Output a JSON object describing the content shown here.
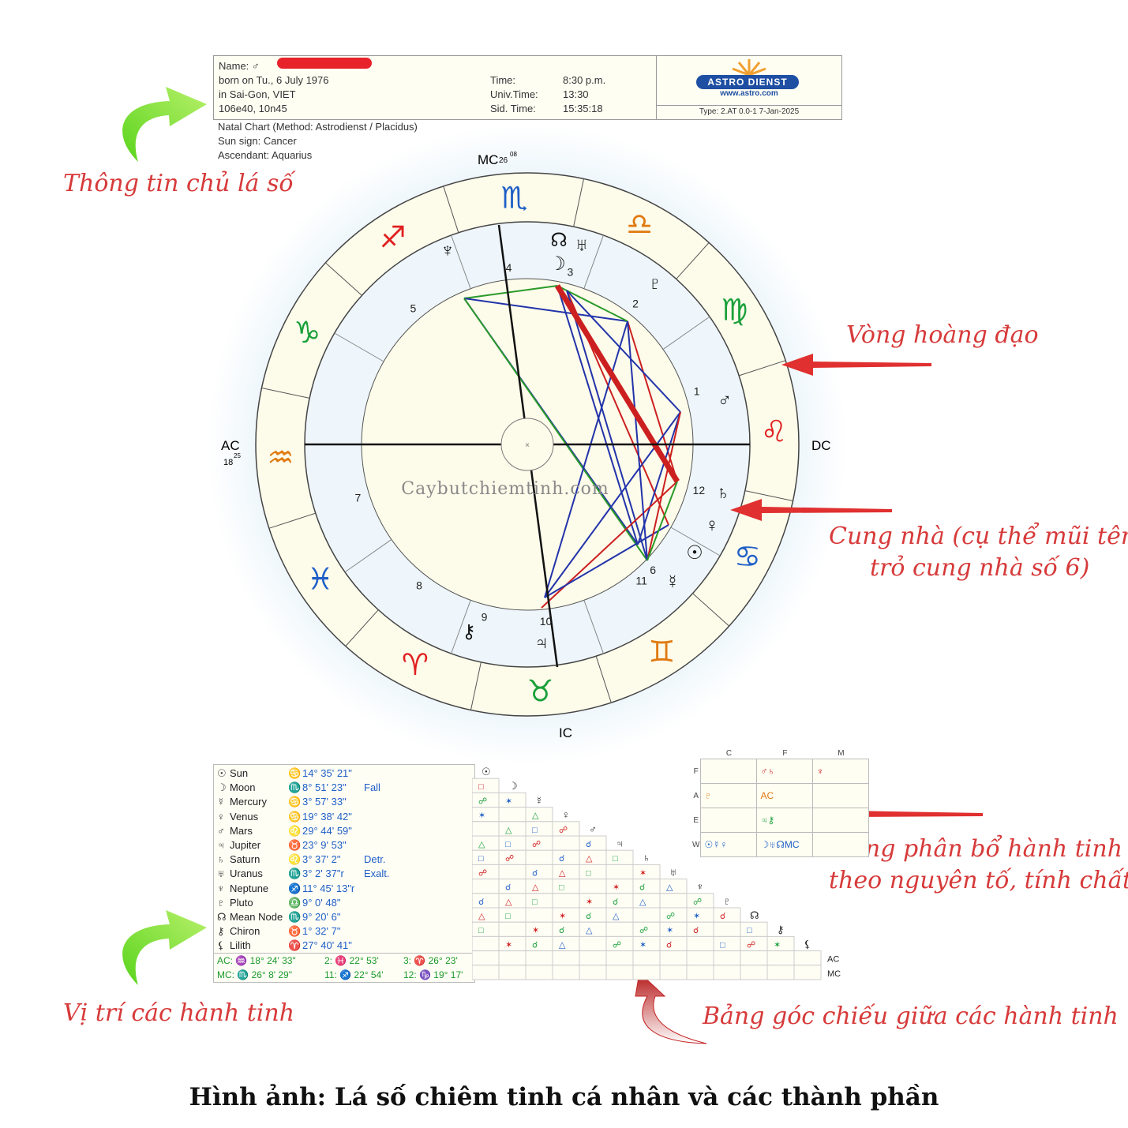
{
  "header": {
    "name_label": "Name: ♂",
    "born": "born on Tu., 6 July 1976",
    "place": "in Sai-Gon, VIET",
    "coords": "106e40, 10n45",
    "time_labels": [
      "Time:",
      "Univ.Time:",
      "Sid. Time:"
    ],
    "time_values": [
      "8:30 p.m.",
      "13:30",
      "15:35:18"
    ],
    "logo": "ASTRO DIENST",
    "logo_url": "www.astro.com",
    "type_line": "Type: 2.AT  0.0-1   7-Jan-2025"
  },
  "chart_info": [
    "Natal Chart  (Method: Astrodienst / Placidus)",
    "Sun sign: Cancer",
    "Ascendant: Aquarius"
  ],
  "wheel": {
    "mc_label": "MC",
    "mc_deg": "26",
    "mc_min": "08",
    "ic_label": "IC",
    "ac_label": "AC",
    "ac_deg": "18",
    "ac_min": "25",
    "dc_label": "DC",
    "watermark": "Caybutchiemtinh.com",
    "house_numbers": [
      "1",
      "2",
      "3",
      "4",
      "5",
      "6",
      "7",
      "8",
      "9",
      "10",
      "11",
      "12"
    ],
    "signs": [
      {
        "glyph": "♒",
        "color": "#e07a10"
      },
      {
        "glyph": "♑",
        "color": "#1aa03a"
      },
      {
        "glyph": "♐",
        "color": "#e02020"
      },
      {
        "glyph": "♏",
        "color": "#1f5fc7"
      },
      {
        "glyph": "♎",
        "color": "#e07a10"
      },
      {
        "glyph": "♍",
        "color": "#1aa03a"
      },
      {
        "glyph": "♌",
        "color": "#e02020"
      },
      {
        "glyph": "♋",
        "color": "#1f5fc7"
      },
      {
        "glyph": "♊",
        "color": "#e07a10"
      },
      {
        "glyph": "♉",
        "color": "#1aa03a"
      },
      {
        "glyph": "♈",
        "color": "#e02020"
      },
      {
        "glyph": "♓",
        "color": "#1f5fc7"
      }
    ],
    "planets": [
      "♆",
      "☊",
      "♅",
      "☽",
      "♇",
      "♂",
      "♄",
      "♀",
      "☉",
      "☿",
      "⚷",
      "♃"
    ]
  },
  "annotations": {
    "owner_info": "Thông tin chủ lá số",
    "zodiac_ring": "Vòng hoàng đạo",
    "houses_line1": "Cung nhà (cụ thể mũi tên",
    "houses_line2": "trỏ cung nhà số 6)",
    "element_line1": "Bảng phân bổ hành tinh",
    "element_line2": "theo nguyên  tố, tính chất",
    "planet_positions": "Vị trí các hành tinh",
    "aspect_table": "Bảng góc chiếu giữa các hành tinh"
  },
  "caption": "Hình ảnh: Lá số chiêm tinh cá nhân và các thành phần",
  "planet_table": [
    {
      "g": "☉",
      "name": "Sun",
      "sign": "♋",
      "pos": "14° 35' 21\"",
      "status": ""
    },
    {
      "g": "☽",
      "name": "Moon",
      "sign": "♏",
      "pos": "8° 51' 23\"",
      "status": "Fall"
    },
    {
      "g": "☿",
      "name": "Mercury",
      "sign": "♋",
      "pos": "3° 57' 33\"",
      "status": ""
    },
    {
      "g": "♀",
      "name": "Venus",
      "sign": "♋",
      "pos": "19° 38' 42\"",
      "status": ""
    },
    {
      "g": "♂",
      "name": "Mars",
      "sign": "♌",
      "pos": "29° 44' 59\"",
      "status": ""
    },
    {
      "g": "♃",
      "name": "Jupiter",
      "sign": "♉",
      "pos": "23°  9' 53\"",
      "status": ""
    },
    {
      "g": "♄",
      "name": "Saturn",
      "sign": "♌",
      "pos": "3° 37'  2\"",
      "status": "Detr."
    },
    {
      "g": "♅",
      "name": "Uranus",
      "sign": "♏",
      "pos": "3°  2' 37\"r",
      "status": "Exalt."
    },
    {
      "g": "♆",
      "name": "Neptune",
      "sign": "♐",
      "pos": "11° 45' 13\"r",
      "status": ""
    },
    {
      "g": "♇",
      "name": "Pluto",
      "sign": "♎",
      "pos": "9°  0' 48\"",
      "status": ""
    },
    {
      "g": "☊",
      "name": "Mean Node",
      "sign": "♏",
      "pos": "9° 20'  6\"",
      "status": ""
    },
    {
      "g": "⚷",
      "name": "Chiron",
      "sign": "♉",
      "pos": "1° 32'  7\"",
      "status": ""
    },
    {
      "g": "⚸",
      "name": "Lilith",
      "sign": "♈",
      "pos": "27° 40' 41\"",
      "status": ""
    }
  ],
  "houses_table": [
    "AC: ♒ 18° 24' 33\"",
    "2: ♓ 22° 53'",
    "3: ♈ 26° 23'",
    "MC: ♏ 26°  8' 29\"",
    "11: ♐ 22° 54'",
    "12: ♑ 19° 17'"
  ],
  "aspect_headers": [
    "☉",
    "☽",
    "☿",
    "♀",
    "♂",
    "♃",
    "♄",
    "♅",
    "♆",
    "♇",
    "☊",
    "⚷",
    "⚸"
  ],
  "aspect_row_end": [
    "AC",
    "MC"
  ],
  "element_table": {
    "cols": [
      "C",
      "F",
      "M"
    ],
    "rows": [
      "F",
      "A",
      "E",
      "W"
    ],
    "cells": [
      [
        "",
        "♂♄",
        "♆"
      ],
      [
        "♇",
        "AC",
        ""
      ],
      [
        "",
        "♃⚷",
        ""
      ],
      [
        "☉☿♀",
        "☽♅☊MC",
        ""
      ]
    ]
  }
}
